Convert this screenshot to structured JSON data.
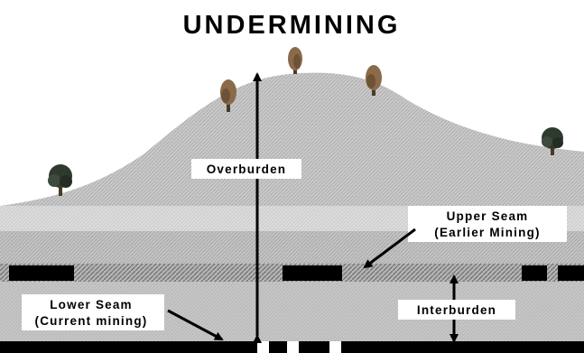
{
  "title": "UNDERMINING",
  "labels": {
    "overburden": "Overburden",
    "upper_seam_line1": "Upper Seam",
    "upper_seam_line2": "(Earlier Mining)",
    "lower_seam_line1": "Lower Seam",
    "lower_seam_line2": "(Current mining)",
    "interburden": "Interburden"
  },
  "icons": {
    "tree": "tree-icon",
    "arrow": "arrow-icon"
  },
  "colors": {
    "sky": "#ffffff",
    "hill": "#c8c8c8",
    "soil_upper": "#d6d6d6",
    "soil_mid": "#bdbdbd",
    "seam_coal": "#000000",
    "seam_mined": "#9a9a9a",
    "interburden": "#c4c4c4",
    "tree_green": "#2f3a2f",
    "tree_autumn": "#8a6a4a"
  }
}
